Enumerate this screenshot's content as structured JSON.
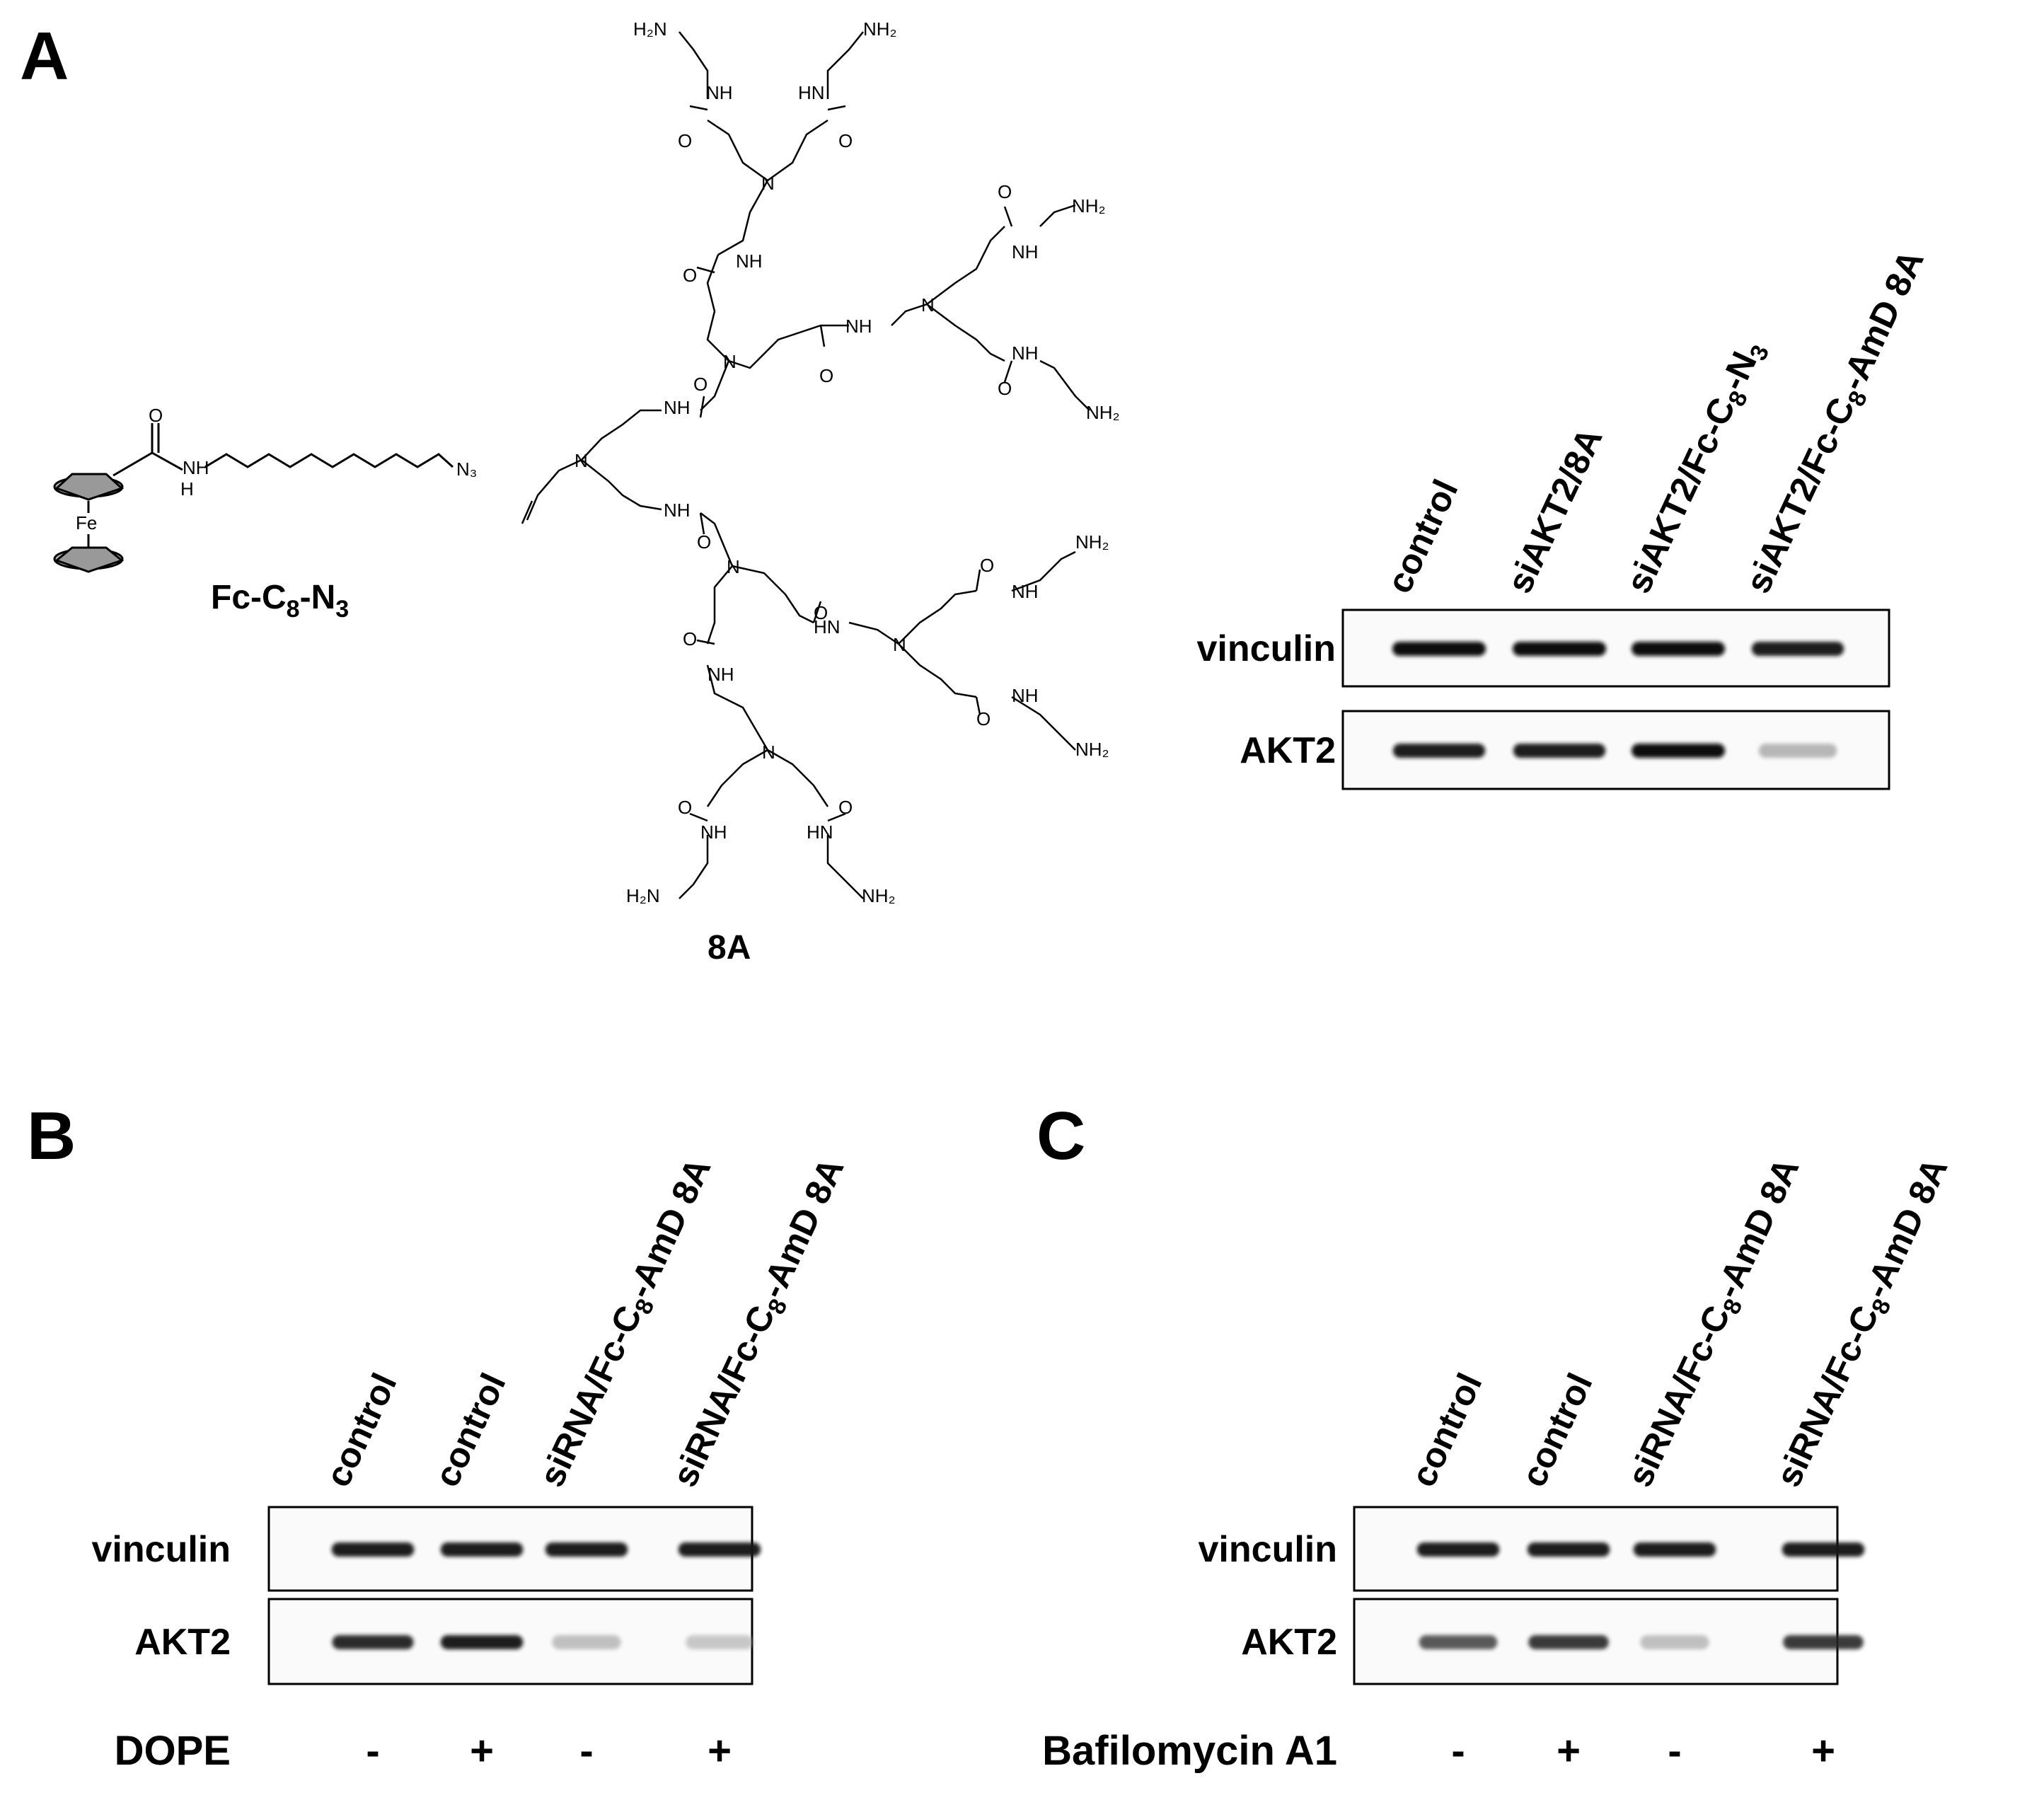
{
  "panels": {
    "A": {
      "letter": "A",
      "compound1": {
        "name": "Fc-C8-N3",
        "name_parts": [
          "Fc-C",
          "8",
          "-N",
          "3"
        ]
      },
      "compound2": {
        "name": "8A"
      },
      "lanes": [
        {
          "parts": [
            "control"
          ]
        },
        {
          "parts": [
            "siAKT2/8A"
          ]
        },
        {
          "parts": [
            "siAKT2/Fc-C",
            "8",
            "-N",
            "3"
          ]
        },
        {
          "parts": [
            "siAKT2/Fc-C",
            "8",
            "-AmD 8A"
          ]
        }
      ],
      "rows": [
        {
          "label": "vinculin",
          "band_intensity": [
            1.0,
            1.0,
            1.0,
            0.95
          ]
        },
        {
          "label": "AKT2",
          "band_intensity": [
            0.95,
            0.95,
            1.0,
            0.35
          ]
        }
      ]
    },
    "B": {
      "letter": "B",
      "lanes": [
        {
          "parts": [
            "control"
          ]
        },
        {
          "parts": [
            "control"
          ]
        },
        {
          "parts": [
            "siRNA/Fc-C",
            "8",
            "-AmD 8A"
          ]
        },
        {
          "parts": [
            "siRNA/Fc-C",
            "8",
            "-AmD 8A"
          ]
        }
      ],
      "rows": [
        {
          "label": "vinculin",
          "band_intensity": [
            0.95,
            0.95,
            0.95,
            0.95
          ]
        },
        {
          "label": "AKT2",
          "band_intensity": [
            0.9,
            0.95,
            0.3,
            0.25
          ]
        }
      ],
      "condition": {
        "label": "DOPE",
        "values": [
          "-",
          "+",
          "-",
          "+"
        ]
      }
    },
    "C": {
      "letter": "C",
      "lanes": [
        {
          "parts": [
            "control"
          ]
        },
        {
          "parts": [
            "control"
          ]
        },
        {
          "parts": [
            "siRNA/Fc-C",
            "8",
            "-AmD 8A"
          ]
        },
        {
          "parts": [
            "siRNA/Fc-C",
            "8",
            "-AmD 8A"
          ]
        }
      ],
      "rows": [
        {
          "label": "vinculin",
          "band_intensity": [
            0.95,
            0.95,
            0.95,
            0.95
          ]
        },
        {
          "label": "AKT2",
          "band_intensity": [
            0.75,
            0.85,
            0.3,
            0.85
          ]
        }
      ],
      "condition": {
        "label": "Bafilomycin A1",
        "values": [
          "-",
          "+",
          "-",
          "+"
        ]
      }
    }
  },
  "atoms": {
    "nh": "NH",
    "hn": "HN",
    "o": "O",
    "n": "N",
    "h": "H",
    "fe": "Fe",
    "h2n": "H₂N",
    "nh2": "NH₂",
    "n3": "N₃"
  }
}
